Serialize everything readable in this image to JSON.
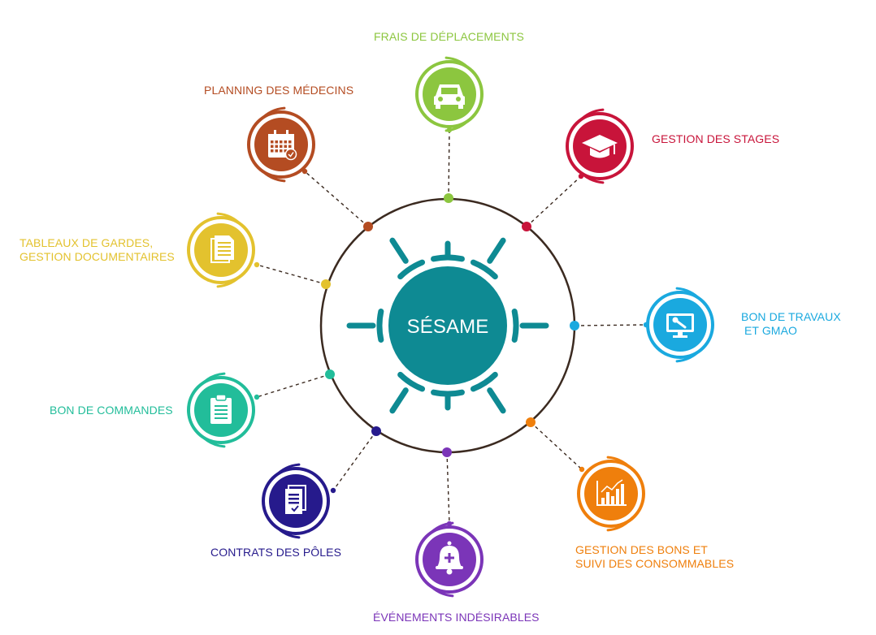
{
  "center": {
    "title": "SÉSAME",
    "color": "#0e8a93"
  },
  "ring_color": "#3b2a20",
  "modules": [
    {
      "id": "frais",
      "label": "FRAIS DE DÉPLACEMENTS",
      "color": "#8cc63f",
      "icon": "car-icon"
    },
    {
      "id": "stages",
      "label": "GESTION DES STAGES",
      "color": "#c8143a",
      "icon": "graduation-cap-icon"
    },
    {
      "id": "travaux",
      "label": "BON DE TRAVAUX\n ET GMAO",
      "color": "#1aa9df",
      "icon": "monitor-wrench-icon"
    },
    {
      "id": "consommables",
      "label": "GESTION DES BONS ET\nSUIVI DES CONSOMMABLES",
      "color": "#ef7f0c",
      "icon": "bar-chart-icon"
    },
    {
      "id": "evenements",
      "label": "ÉVÉNEMENTS INDÉSIRABLES",
      "color": "#7b35b8",
      "icon": "bell-plus-icon"
    },
    {
      "id": "contrats",
      "label": "CONTRATS DES PÔLES",
      "color": "#261a8c",
      "icon": "contract-document-icon"
    },
    {
      "id": "commandes",
      "label": "BON DE COMMANDES",
      "color": "#22bd9a",
      "icon": "clipboard-icon"
    },
    {
      "id": "gardes",
      "label": "TABLEAUX DE GARDES,\nGESTION DOCUMENTAIRES",
      "color": "#e3c22e",
      "icon": "documents-icon"
    },
    {
      "id": "planning",
      "label": "PLANNING DES MÉDECINS",
      "color": "#b44c22",
      "icon": "calendar-icon"
    }
  ]
}
